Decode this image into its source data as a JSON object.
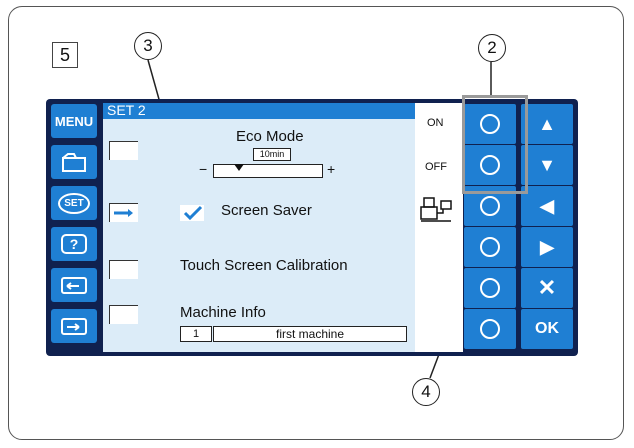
{
  "step_number": "5",
  "callouts": {
    "c2": "2",
    "c3": "3",
    "c4": "4"
  },
  "left_menu": [
    {
      "label": "MENU",
      "icon": "menu-text"
    },
    {
      "label": "",
      "icon": "folder-icon"
    },
    {
      "label": "SET",
      "icon": "set-icon"
    },
    {
      "label": "?",
      "icon": "help-icon"
    },
    {
      "label": "",
      "icon": "card-in-icon"
    },
    {
      "label": "",
      "icon": "card-out-icon"
    }
  ],
  "panel": {
    "title": "SET 2",
    "eco_mode": {
      "label": "Eco Mode",
      "value": "10min",
      "minus": "−",
      "plus": "+"
    },
    "screen_saver": {
      "label": "Screen Saver",
      "checked": true
    },
    "touch_calibration": {
      "label": "Touch Screen Calibration"
    },
    "machine_info": {
      "label": "Machine Info",
      "number": "1",
      "name": "first machine"
    }
  },
  "side_labels": {
    "on": "ON",
    "off": "OFF"
  },
  "circle_buttons": [
    "○",
    "○",
    "○",
    "○",
    "○",
    "○"
  ],
  "nav_buttons": {
    "up": "▲",
    "down": "▼",
    "left": "◀",
    "right": "▶",
    "cancel": "✕",
    "ok": "OK"
  },
  "colors": {
    "button_blue": "#1f7fd3",
    "panel_bg": "#dcecf8",
    "screen_bg": "#10214f"
  }
}
